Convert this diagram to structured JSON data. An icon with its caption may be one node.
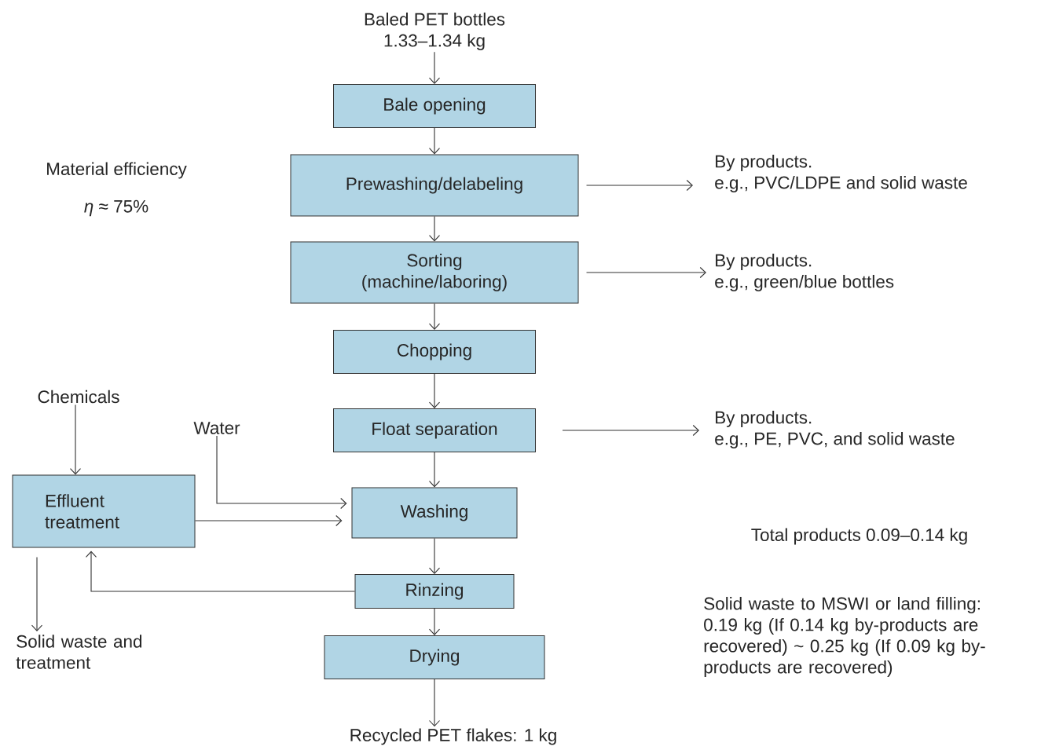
{
  "diagram": {
    "nodes": [
      {
        "text": [
          "Baled PET bottles",
          "1.33–1.34 kg"
        ]
      },
      {
        "text": [
          "Bale opening"
        ]
      },
      {
        "text": [
          "Prewashing/delabeling"
        ]
      },
      {
        "text": [
          "By products.",
          "e.g., PVC/LDPE and solid waste"
        ]
      },
      {
        "text": [
          "Sorting (machine/laboring)"
        ]
      },
      {
        "text": [
          "By products.",
          "e.g., green/blue bottles"
        ]
      },
      {
        "text": [
          "Chopping"
        ]
      },
      {
        "text": [
          "Chemicals"
        ]
      },
      {
        "text": [
          "Water"
        ]
      },
      {
        "text": [
          "Float separation"
        ]
      },
      {
        "text": [
          "By products.",
          "e.g., PE, PVC, and solid waste"
        ]
      },
      {
        "text": [
          "Effluent treatment"
        ]
      },
      {
        "text": [
          "Washing"
        ]
      },
      {
        "text": [
          "Rinzing"
        ]
      },
      {
        "text": [
          "Solid waste and treatment"
        ]
      },
      {
        "text": [
          "Drying"
        ]
      },
      {
        "text": [
          "Recycled PET flakes: 1 kg"
        ]
      }
    ],
    "edges": [
      {
        "from": 0,
        "to": 1,
        "arrow": "to"
      },
      {
        "from": 1,
        "to": 2,
        "arrow": "to"
      },
      {
        "from": 2,
        "to": 3,
        "arrow": "to"
      },
      {
        "from": 2,
        "to": 4,
        "arrow": "to"
      },
      {
        "from": 4,
        "to": 5,
        "arrow": "to"
      },
      {
        "from": 4,
        "to": 6,
        "arrow": "to"
      },
      {
        "from": 6,
        "to": 9,
        "arrow": "to"
      },
      {
        "from": 7,
        "to": 11,
        "arrow": "to"
      },
      {
        "from": 9,
        "to": 10,
        "arrow": "to"
      },
      {
        "from": 9,
        "to": 12,
        "arrow": "to"
      },
      {
        "from": 8,
        "to": 12,
        "arrow": "to"
      },
      {
        "from": 11,
        "to": 12,
        "arrow": "to"
      },
      {
        "from": 12,
        "to": 13,
        "arrow": "to"
      },
      {
        "from": 13,
        "to": 11,
        "arrow": "to"
      },
      {
        "from": 11,
        "to": 14,
        "arrow": "to"
      },
      {
        "from": 13,
        "to": 15,
        "arrow": "to"
      },
      {
        "from": 15,
        "to": 16,
        "arrow": "to"
      }
    ],
    "labels": [
      "Material efficiency",
      "*η* ≈ 75%",
      "Total products 0.09–0.14 kg",
      "Solid waste to MSWI or land filling: 0.19 kg (If 0.14 kg by-products are recovered) ~ 0.25 kg (If 0.09 kg by-products are recovered)"
    ]
  }
}
